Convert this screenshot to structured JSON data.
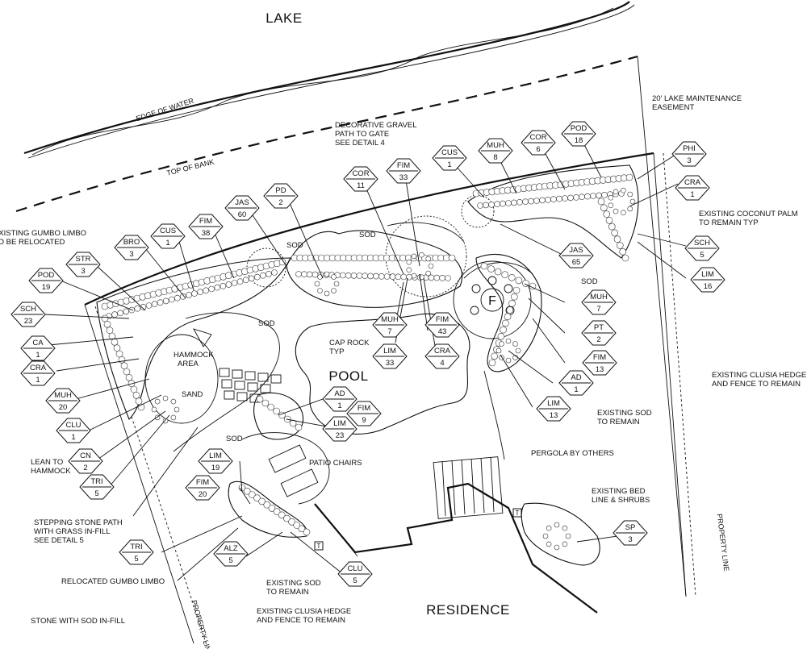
{
  "title_lake": "LAKE",
  "title_residence": "RESIDENCE",
  "title_pool": "POOL",
  "fire_pit_label": "F",
  "edge_of_water": "EDGE OF WATER",
  "top_of_bank": "TOP OF BANK",
  "property_line": "PROPERTY LINE",
  "notes": {
    "lake_easement": [
      "20' LAKE MAINTENANCE",
      "EASEMENT"
    ],
    "gravel_path": [
      "DECORATIVE GRAVEL",
      "PATH TO GATE",
      "SEE DETAIL 4"
    ],
    "gumbo_limbo": [
      "EXISTING GUMBO LIMBO",
      "TO BE RELOCATED"
    ],
    "coconut_palm": [
      "EXISTING COCONUT PALM",
      "TO REMAIN TYP"
    ],
    "cap_rock": [
      "CAP ROCK",
      "TYP"
    ],
    "hammock_area": [
      "HAMMOCK",
      "AREA"
    ],
    "clusia_right": [
      "EXISTING CLUSIA HEDGE",
      "AND FENCE TO REMAIN"
    ],
    "sod_remain_right": [
      "EXISTING SOD",
      "TO REMAIN"
    ],
    "lean_hammock": [
      "LEAN TO",
      "HAMMOCK"
    ],
    "pergola": "PERGOLA BY OTHERS",
    "patio_chairs": "PATIO CHAIRS",
    "bed_line": [
      "EXISTING BED",
      "LINE & SHRUBS"
    ],
    "stepping_stone": [
      "STEPPING STONE PATH",
      "WITH GRASS IN-FILL",
      "SEE DETAIL 5"
    ],
    "relocated_gumbo": "RELOCATED GUMBO LIMBO",
    "sod_remain_bottom": [
      "EXISTING SOD",
      "TO REMAIN"
    ],
    "clusia_bottom": [
      "EXISTING CLUSIA HEDGE",
      "AND FENCE TO REMAIN"
    ],
    "stone_sod": "STONE WITH SOD IN-FILL",
    "sod": "SOD",
    "sand": "SAND"
  },
  "plant_tags": [
    {
      "code": "PD",
      "qty": "2"
    },
    {
      "code": "JAS",
      "qty": "60"
    },
    {
      "code": "FIM",
      "qty": "38"
    },
    {
      "code": "CUS",
      "qty": "1"
    },
    {
      "code": "BRO",
      "qty": "3"
    },
    {
      "code": "STR",
      "qty": "3"
    },
    {
      "code": "POD",
      "qty": "19"
    },
    {
      "code": "SCH",
      "qty": "23"
    },
    {
      "code": "CA",
      "qty": "1"
    },
    {
      "code": "CRA",
      "qty": "1"
    },
    {
      "code": "MUH",
      "qty": "20"
    },
    {
      "code": "CLU",
      "qty": "1"
    },
    {
      "code": "CN",
      "qty": "2"
    },
    {
      "code": "TRI",
      "qty": "5"
    },
    {
      "code": "COR",
      "qty": "11"
    },
    {
      "code": "FIM",
      "qty": "33"
    },
    {
      "code": "CUS",
      "qty": "1"
    },
    {
      "code": "MUH",
      "qty": "8"
    },
    {
      "code": "COR",
      "qty": "6"
    },
    {
      "code": "POD",
      "qty": "18"
    },
    {
      "code": "PHI",
      "qty": "3"
    },
    {
      "code": "CRA",
      "qty": "1"
    },
    {
      "code": "SCH",
      "qty": "5"
    },
    {
      "code": "LIM",
      "qty": "16"
    },
    {
      "code": "JAS",
      "qty": "65"
    },
    {
      "code": "MUH",
      "qty": "7"
    },
    {
      "code": "PT",
      "qty": "2"
    },
    {
      "code": "FIM",
      "qty": "13"
    },
    {
      "code": "AD",
      "qty": "1"
    },
    {
      "code": "LIM",
      "qty": "13"
    },
    {
      "code": "MUH",
      "qty": "7"
    },
    {
      "code": "FIM",
      "qty": "43"
    },
    {
      "code": "LIM",
      "qty": "33"
    },
    {
      "code": "CRA",
      "qty": "4"
    },
    {
      "code": "AD",
      "qty": "1"
    },
    {
      "code": "FIM",
      "qty": "9"
    },
    {
      "code": "LIM",
      "qty": "23"
    },
    {
      "code": "LIM",
      "qty": "19"
    },
    {
      "code": "FIM",
      "qty": "20"
    },
    {
      "code": "TRI",
      "qty": "5"
    },
    {
      "code": "ALZ",
      "qty": "5"
    },
    {
      "code": "CLU",
      "qty": "5"
    },
    {
      "code": "SP",
      "qty": "3"
    }
  ],
  "small_tags": [
    "T",
    "T"
  ]
}
